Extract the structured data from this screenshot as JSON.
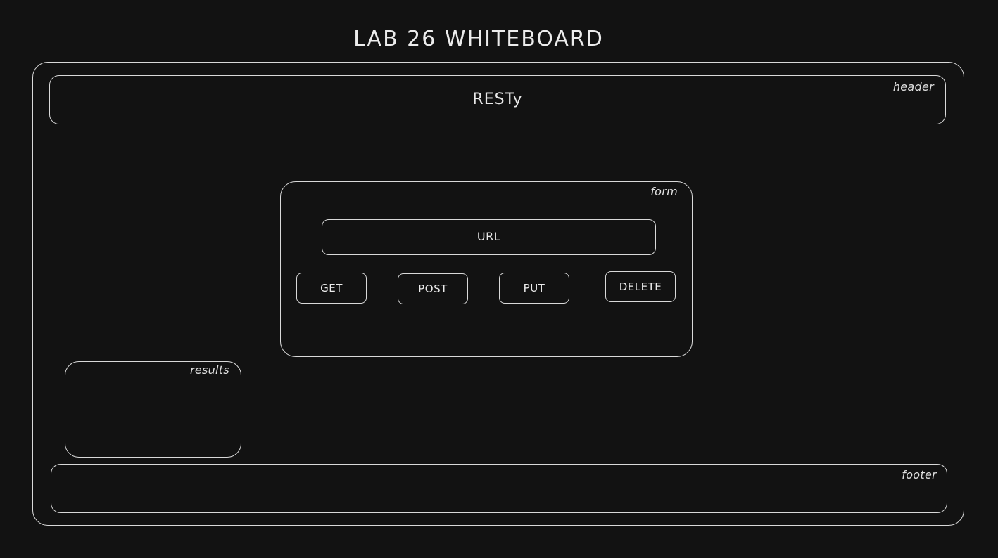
{
  "title": "LAB 26 WHITEBOARD",
  "header": {
    "tag": "header",
    "app_name": "RESTy"
  },
  "form": {
    "tag": "form",
    "url_label": "URL",
    "methods": {
      "get": "GET",
      "post": "POST",
      "put": "PUT",
      "delete": "DELETE"
    }
  },
  "results": {
    "tag": "results"
  },
  "footer": {
    "tag": "footer"
  },
  "colors": {
    "background": "#121212",
    "stroke": "#d9d9d9",
    "text": "#e8e8e8"
  }
}
